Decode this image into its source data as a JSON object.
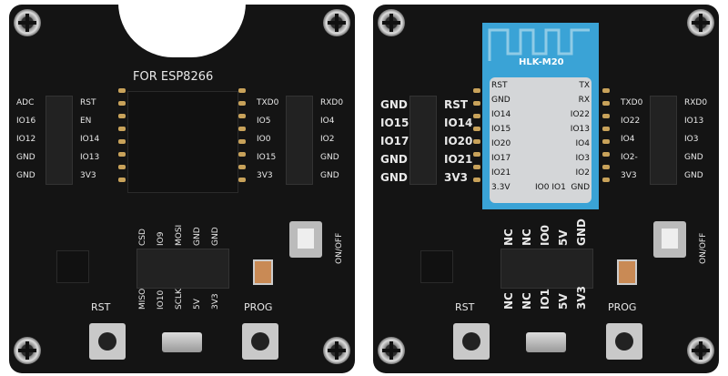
{
  "board_left": {
    "title": "FOR ESP8266",
    "left_outer": [
      "ADC",
      "IO16",
      "IO12",
      "GND",
      "GND"
    ],
    "left_inner": [
      "RST",
      "EN",
      "IO14",
      "IO13",
      "3V3"
    ],
    "right_inner": [
      "TXD0",
      "IO5",
      "IO0",
      "IO15",
      "3V3"
    ],
    "right_outer": [
      "RXD0",
      "IO4",
      "IO2",
      "GND",
      "GND"
    ],
    "bottom_top": [
      "CSD",
      "IO9",
      "MOSI",
      "GND",
      "GND"
    ],
    "bottom_bottom": [
      "MISO",
      "IO10",
      "SCLK",
      "5V",
      "3V3"
    ],
    "rst_label": "RST",
    "prog_label": "PROG",
    "switch_label": "ON/OFF"
  },
  "board_right": {
    "module": {
      "name": "HLK-M20",
      "left_pins": [
        "RST",
        "GND",
        "IO14",
        "IO15",
        "IO20",
        "IO17",
        "IO21",
        "3.3V"
      ],
      "right_pins": [
        "TX",
        "RX",
        "IO22",
        "IO13",
        "IO4",
        "IO3",
        "IO2",
        "GND"
      ],
      "bottom_pins": "IO0 IO1"
    },
    "left_outer": [
      "GND",
      "IO15",
      "IO17",
      "GND",
      "GND"
    ],
    "left_inner": [
      "RST",
      "IO14",
      "IO20",
      "IO21",
      "3V3"
    ],
    "right_inner": [
      "TXD0",
      "IO22",
      "IO4",
      "IO2-",
      "3V3"
    ],
    "right_outer": [
      "RXD0",
      "IO13",
      "IO3",
      "GND",
      "GND"
    ],
    "bottom_top": [
      "NC",
      "NC",
      "IO0",
      "5V",
      "GND"
    ],
    "bottom_bottom": [
      "NC",
      "NC",
      "IO1",
      "5V",
      "3V3"
    ],
    "rst_label": "RST",
    "prog_label": "PROG",
    "switch_label": "ON/OFF"
  }
}
